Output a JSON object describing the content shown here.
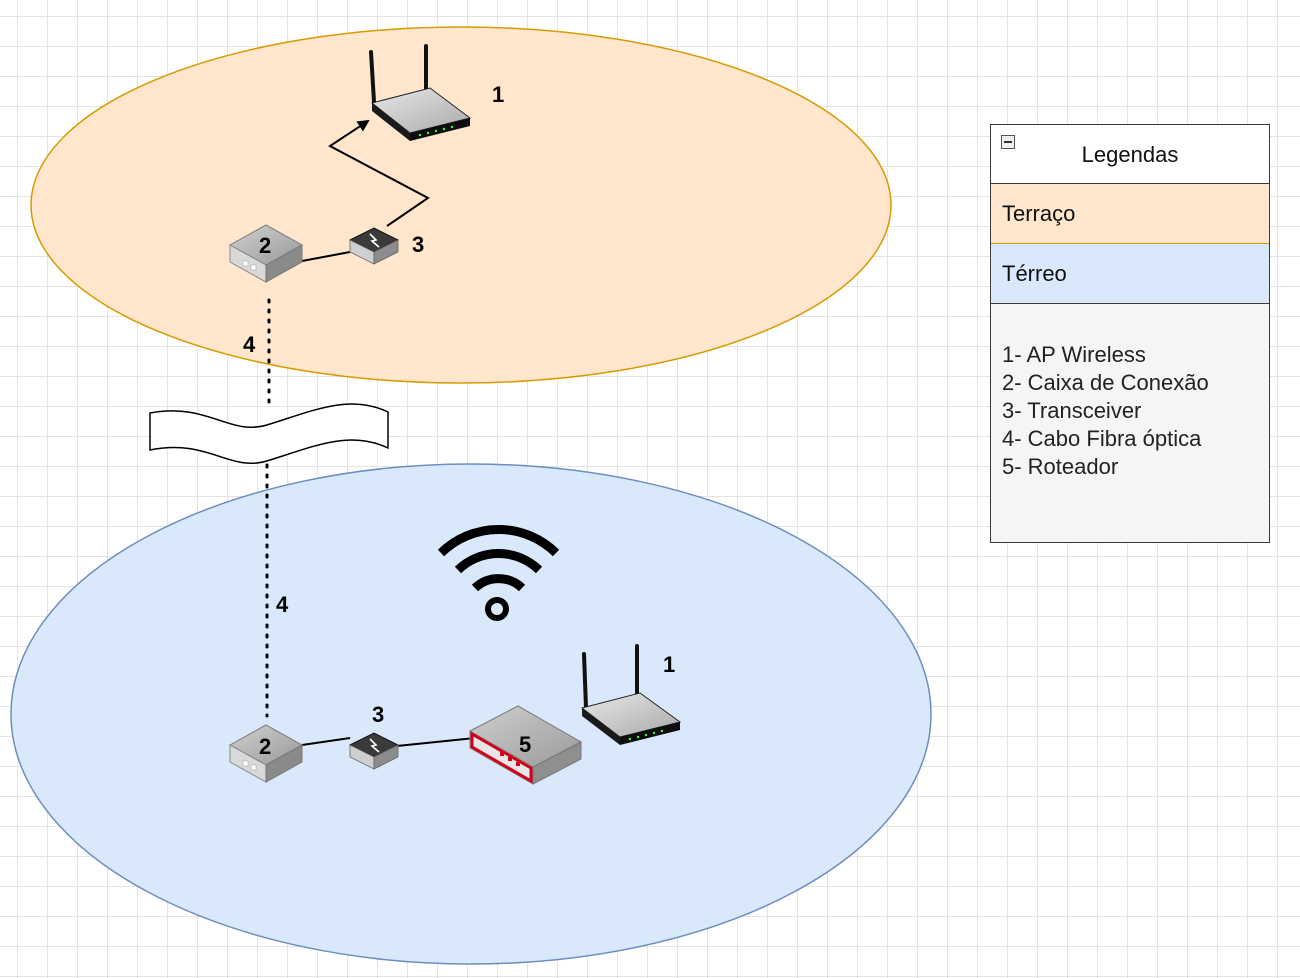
{
  "diagram": {
    "zones": [
      {
        "name": "Terraço",
        "fill": "#ffe6cc",
        "stroke": "#d79b00"
      },
      {
        "name": "Térreo",
        "fill": "#dae8fc",
        "stroke": "#6c8ebf"
      }
    ],
    "labels": {
      "top_ap": "1",
      "top_box": "2",
      "top_transceiver": "3",
      "top_fiber": "4",
      "bottom_fiber": "4",
      "bottom_box": "2",
      "bottom_transceiver": "3",
      "bottom_router": "5",
      "bottom_ap": "1"
    }
  },
  "legend": {
    "title": "Legendas",
    "terraco": "Terraço",
    "terreo": "Térreo",
    "items": [
      "1- AP Wireless",
      "2- Caixa de Conexão",
      "3- Transceiver",
      "4- Cabo Fibra óptica",
      "5- Roteador"
    ]
  }
}
